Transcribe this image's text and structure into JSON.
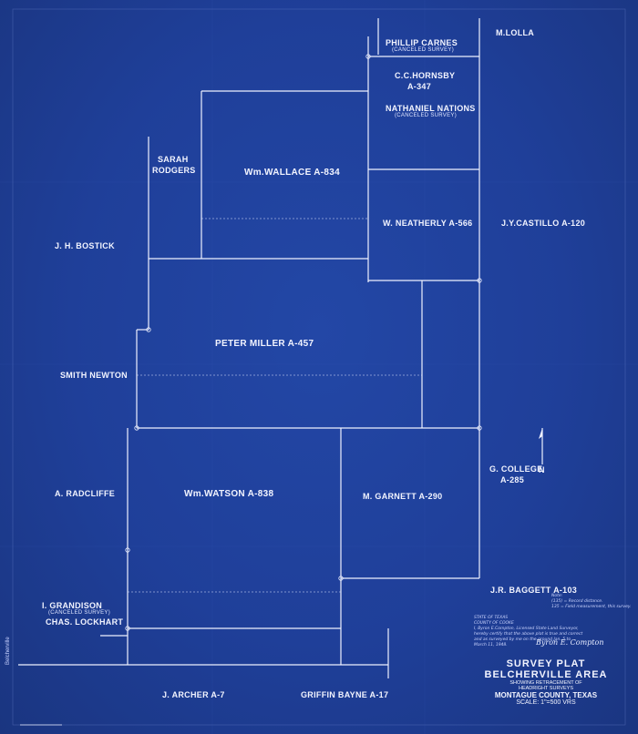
{
  "tracts": {
    "phillip_carnes": "PHILLIP CARNES",
    "phillip_carnes_sub": "(CANCELED SURVEY)",
    "m_lolla": "M.LOLLA",
    "hornsby": "C.C.HORNSBY",
    "hornsby_abs": "A-347",
    "nathaniel": "NATHANIEL NATIONS",
    "nathaniel_sub": "(CANCELED SURVEY)",
    "sarah_1": "SARAH",
    "sarah_2": "RODGERS",
    "wallace": "Wm.WALLACE A-834",
    "bostick": "J. H. BOSTICK",
    "neatherly": "W. NEATHERLY A-566",
    "castillo": "J.Y.CASTILLO A-120",
    "miller": "PETER MILLER A-457",
    "smith_newton": "SMITH NEWTON",
    "g_college_1": "G. COLLEGE",
    "g_college_2": "A-285",
    "radcliffe": "A. RADCLIFFE",
    "watson": "Wm.WATSON A-838",
    "garnett": "M. GARNETT A-290",
    "baggett": "J.R. BAGGETT A-103",
    "grandison": "I. GRANDISON",
    "grandison_sub": "(CANCELED SURVEY)",
    "lockhart": "CHAS. LOCKHART",
    "archer": "J. ARCHER A-7",
    "bayne": "GRIFFIN BAYNE A-17"
  },
  "certificate": {
    "state": "STATE OF TEXAS",
    "county": "COUNTY OF COOKE",
    "text_1": "I, Byron E.Compton, Licensed State Land Surveyor,",
    "text_2": "hereby certify that the above plat is true and correct",
    "text_3": "and as surveyed by me on the ground Jan. 5 to",
    "text_4": "March 11, 1948.",
    "signature": "Byron E. Compton",
    "notes_heading": "Note:",
    "note_1": "(135) = Record distance.",
    "note_2": "135 = Field measurement, this survey."
  },
  "title": {
    "line1": "SURVEY PLAT",
    "line2": "BELCHERVILLE AREA",
    "line3": "SHOWING RETRACEMENT OF",
    "line4": "HEADRIGHT SURVEYS",
    "line5": "MONTAGUE COUNTY, TEXAS",
    "line6": "SCALE: 1\"=500 VRS"
  },
  "north_arrow": "N",
  "side_tag": "Belcherville"
}
